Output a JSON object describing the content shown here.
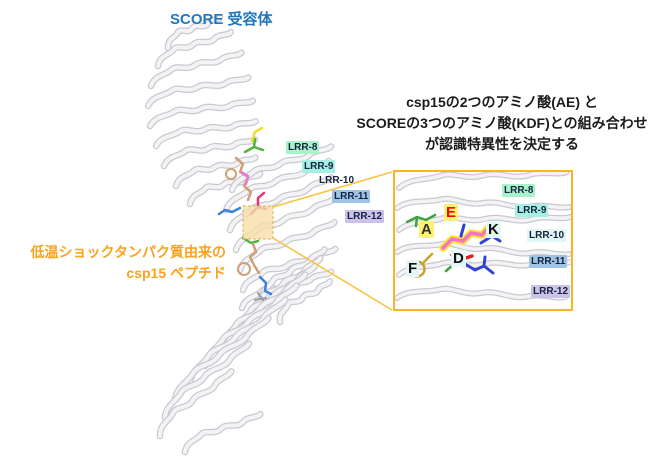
{
  "title": {
    "text": "SCORE 受容体"
  },
  "peptide_label": {
    "line1": "低温ショックタンパク質由来の",
    "line2": "csp15 ペプチド"
  },
  "annotation": {
    "line1": "csp15の2つのアミノ酸(AE) と",
    "line2": "SCOREの3つのアミノ酸(KDF)との組み合わせ",
    "line3": "が認識特異性を決定する"
  },
  "main_structure": {
    "lrr_labels": [
      {
        "text": "LRR-8"
      },
      {
        "text": "LRR-9"
      },
      {
        "text": "LRR-10"
      },
      {
        "text": "LRR-11"
      },
      {
        "text": "LRR-12"
      }
    ]
  },
  "inset": {
    "lrr_labels": [
      {
        "text": "LRR-8"
      },
      {
        "text": "LRR-9"
      },
      {
        "text": "LRR-10"
      },
      {
        "text": "LRR-11"
      },
      {
        "text": "LRR-12"
      }
    ],
    "residues": [
      {
        "letter": "A"
      },
      {
        "letter": "E"
      },
      {
        "letter": "K"
      },
      {
        "letter": "D"
      },
      {
        "letter": "F"
      }
    ]
  },
  "colors": {
    "title_blue": "#2277BE",
    "peptide_orange": "#F9A21B",
    "inset_border_gold": "#F9B428",
    "callout_line": "#FAC23C",
    "highlight_box_fill": "#F7DFA7",
    "lrr8_bg": "#A9F2CB",
    "lrr9_bg": "#A6EFE4",
    "lrr10_bg": "#DFF6F4",
    "lrr11_bg": "#9DC3E6",
    "lrr12_bg": "#CBC2E9",
    "residue_highlight_yellow": "#FFF176",
    "residue_highlight_cyan": "#E4F8F6",
    "residue_e_red": "#F50800",
    "peptide_stick_pink": "#F473C8",
    "peptide_stick_tan": "#CFA075",
    "peptide_stick_yellow": "#F2DC2E",
    "stick_green": "#3FA33F",
    "stick_blue": "#3344CC",
    "stick_red": "#E02020",
    "stick_khaki": "#C9A227",
    "ribbon_gray": "#C9C9CF"
  }
}
